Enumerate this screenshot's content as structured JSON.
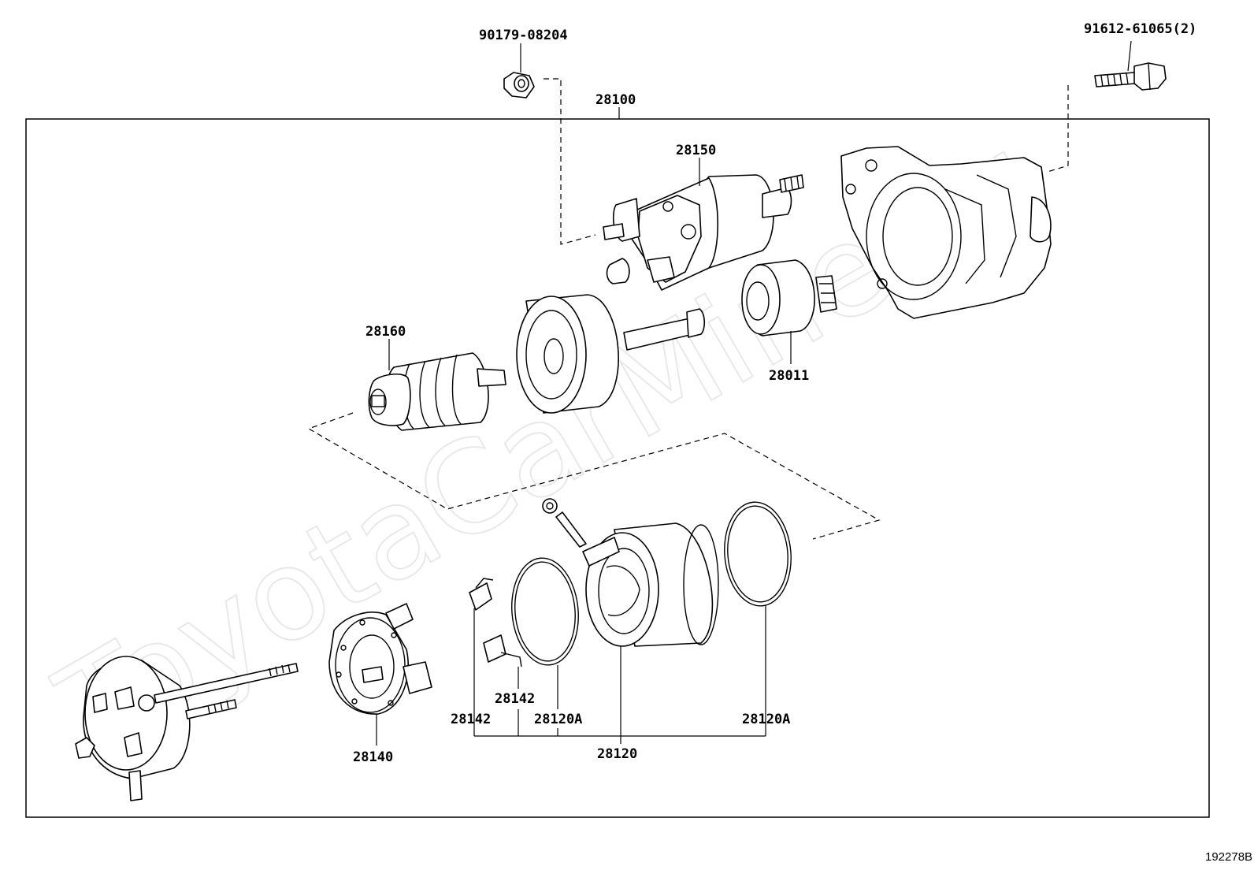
{
  "watermark": "ToyotaCarMine.ru",
  "figure_id": "192278B",
  "labels": {
    "nut": "90179-08204",
    "bolt": "91612-61065(2)",
    "assembly": "28100",
    "solenoid": "28150",
    "armature": "28160",
    "clutch": "28011",
    "brush_holder": "28140",
    "yoke": "28120",
    "spring_left": "28142",
    "spring_right": "28142",
    "oring_left": "28120A",
    "oring_right": "28120A"
  }
}
